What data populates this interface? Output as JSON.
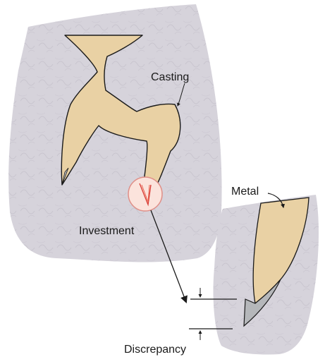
{
  "labels": {
    "casting": "Casting",
    "investment": "Investment",
    "metal": "Metal",
    "discrepancy": "Discrepancy"
  },
  "colors": {
    "investment_fill": "#d6d3db",
    "metal_fill": "#e9d1a4",
    "magnifier_fill": "#fbe3dc",
    "magnifier_stroke": "#e08f88",
    "gap_fill": "#b5b7ba",
    "outline": "#1a1a1a"
  }
}
